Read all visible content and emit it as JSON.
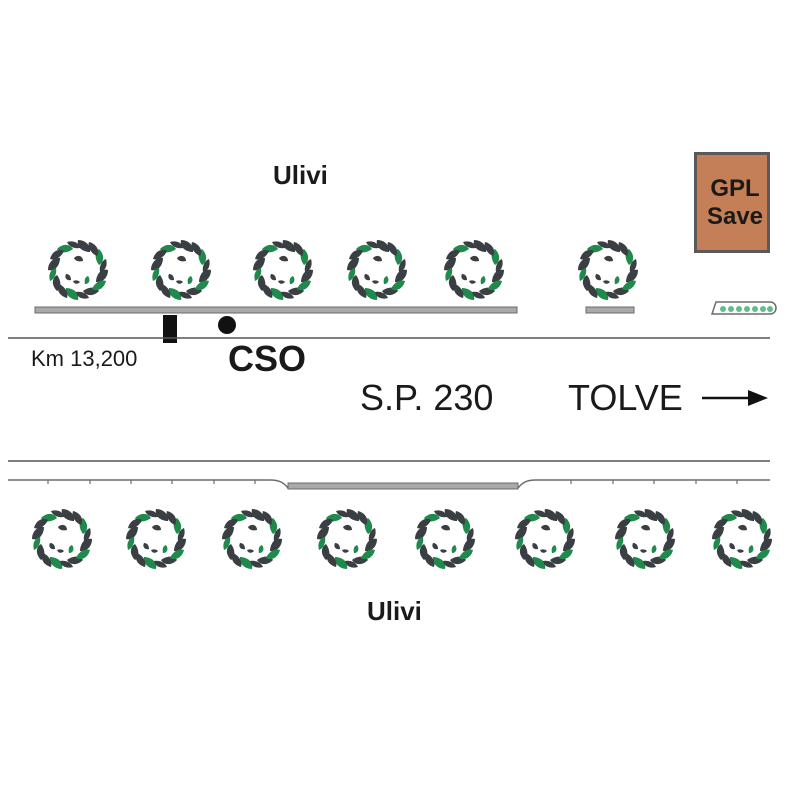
{
  "labels": {
    "top_area": "Ulivi",
    "bottom_area": "Ulivi",
    "km_marker": "Km 13,200",
    "station": "CSO",
    "road": "S.P. 230",
    "destination": "TOLVE"
  },
  "poi": {
    "gpl_line1": "GPL",
    "gpl_line2": "Save",
    "gpl_color": "#c47f56"
  },
  "colors": {
    "leaf_dark": "#3a3f44",
    "leaf_green": "#1f8a4c",
    "curb": "#a9a9a9",
    "line": "#555555"
  },
  "icons": [
    "olive-tree-icon",
    "station-dot-icon",
    "km-post-icon",
    "arrow-right-icon",
    "bus-icon"
  ]
}
